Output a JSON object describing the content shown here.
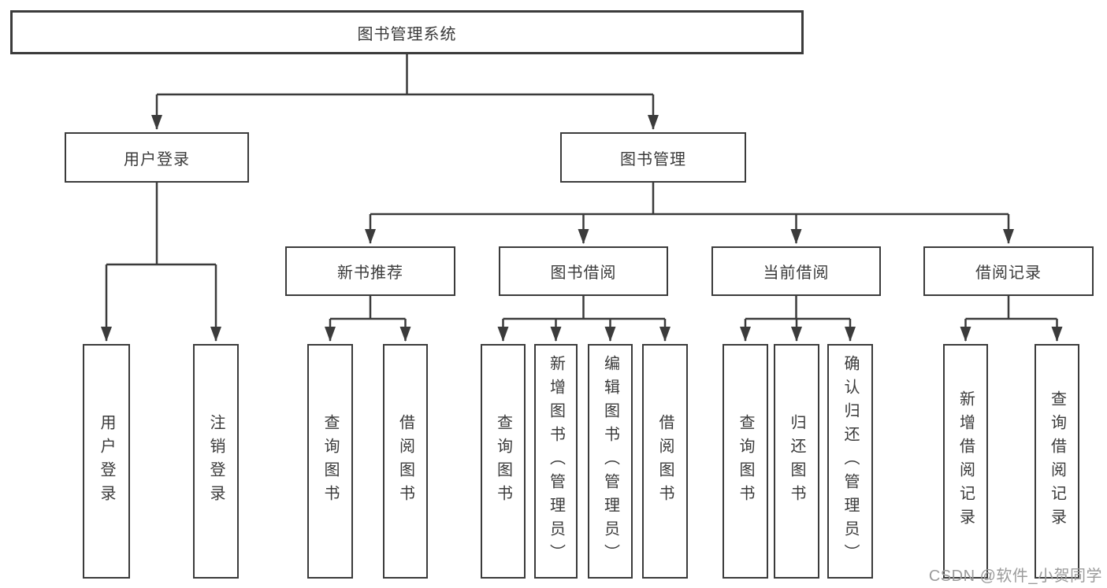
{
  "tree": {
    "root": {
      "label": "图书管理系统",
      "children": [
        {
          "label": "用户登录",
          "children": [
            {
              "label": "用户登录"
            },
            {
              "label": "注销登录"
            }
          ]
        },
        {
          "label": "图书管理",
          "children": [
            {
              "label": "新书推荐",
              "children": [
                {
                  "label": "查询图书"
                },
                {
                  "label": "借阅图书"
                }
              ]
            },
            {
              "label": "图书借阅",
              "children": [
                {
                  "label": "查询图书"
                },
                {
                  "label": "新增图书（管理员）"
                },
                {
                  "label": "编辑图书（管理员）"
                },
                {
                  "label": "借阅图书"
                }
              ]
            },
            {
              "label": "当前借阅",
              "children": [
                {
                  "label": "查询图书"
                },
                {
                  "label": "归还图书"
                },
                {
                  "label": "确认归还（管理员）"
                }
              ]
            },
            {
              "label": "借阅记录",
              "children": [
                {
                  "label": "新增借阅记录"
                },
                {
                  "label": "查询借阅记录"
                }
              ]
            }
          ]
        }
      ]
    }
  },
  "watermark": {
    "text": "CSDN @软件_小贺同学"
  },
  "colors": {
    "line": "#3b3b3b",
    "text": "#3a3a3a",
    "watermark": "#9b9b9b",
    "background": "#ffffff"
  }
}
